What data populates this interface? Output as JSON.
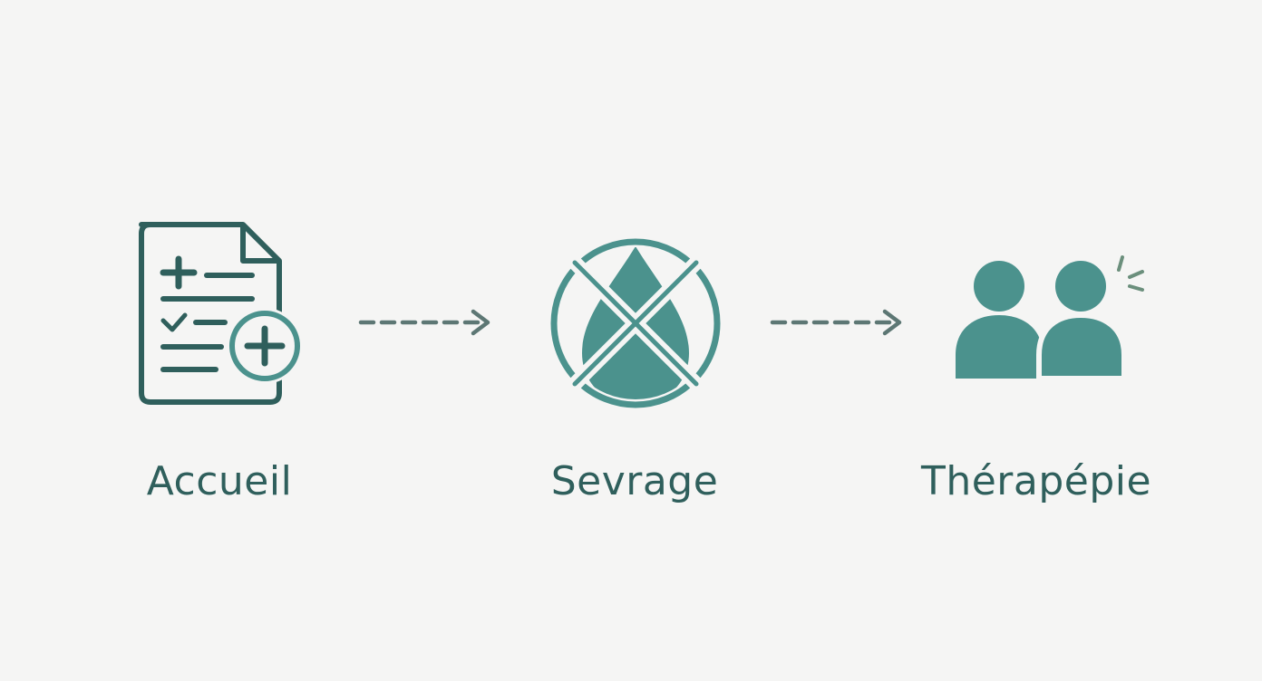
{
  "colors": {
    "background": "#f5f5f4",
    "icon_dark": "#2f5f5c",
    "icon_teal": "#4b928d",
    "arrow": "#5d7774",
    "accent_mark": "#6b8f7c"
  },
  "steps": [
    {
      "label": "Accueil",
      "icon": "medical-intake-form-icon"
    },
    {
      "label": "Sevrage",
      "icon": "no-drop-icon"
    },
    {
      "label": "Thérapépie",
      "icon": "two-people-icon"
    }
  ],
  "connectors": [
    {
      "style": "dashed-arrow",
      "from": "Accueil",
      "to": "Sevrage"
    },
    {
      "style": "dashed-arrow",
      "from": "Sevrage",
      "to": "Thérapépie"
    }
  ]
}
